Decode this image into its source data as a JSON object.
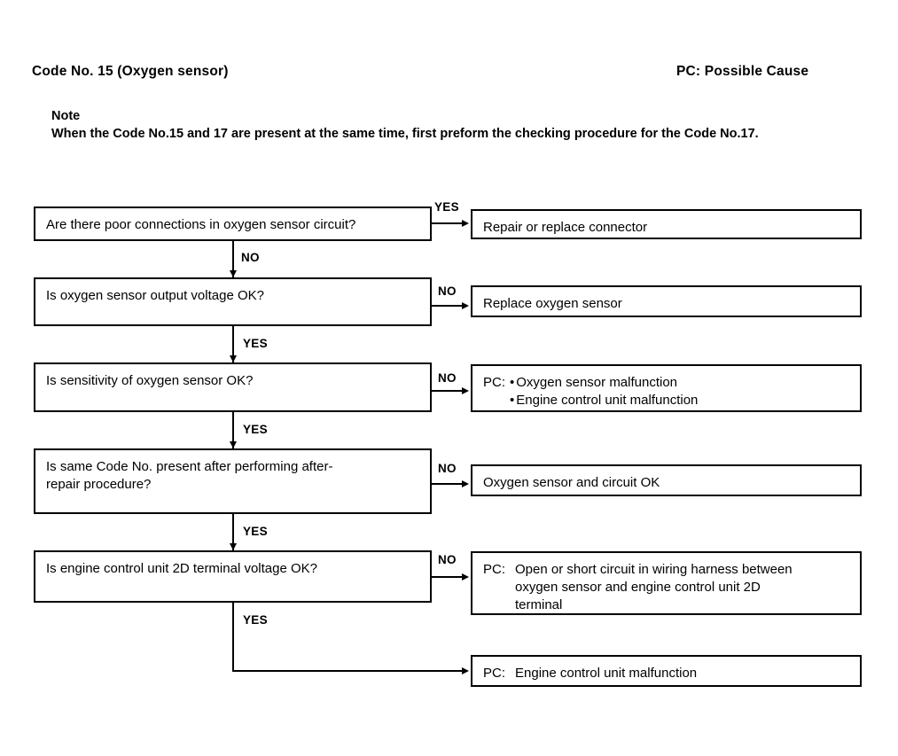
{
  "header": {
    "title": "Code No. 15 (Oxygen sensor)",
    "legend": "PC: Possible Cause"
  },
  "note": {
    "title": "Note",
    "body": "When the Code No.15 and 17 are present at the same time, first preform the checking procedure for the Code No.17."
  },
  "flow": {
    "steps": [
      {
        "id": "step-1",
        "question": "Are there poor connections in oxygen sensor circuit?",
        "branch_label": "YES",
        "down_label": "NO",
        "result": "Repair or replace connector"
      },
      {
        "id": "step-2",
        "question": "Is oxygen sensor output voltage OK?",
        "branch_label": "NO",
        "down_label": "YES",
        "result": "Replace oxygen sensor"
      },
      {
        "id": "step-3",
        "question": "Is sensitivity of oxygen sensor OK?",
        "branch_label": "NO",
        "down_label": "YES",
        "result_prefix": "PC:",
        "result_items": [
          "Oxygen sensor malfunction",
          "Engine control unit malfunction"
        ]
      },
      {
        "id": "step-4",
        "question": "Is same Code No. present after performing after-\nrepair procedure?",
        "branch_label": "NO",
        "down_label": "YES",
        "result": "Oxygen sensor and circuit OK"
      },
      {
        "id": "step-5",
        "question": "Is engine control unit 2D terminal voltage OK?",
        "branch_label": "NO",
        "down_label": "YES",
        "result_prefix": "PC:",
        "result_items": [
          "Open or short circuit in wiring harness between\noxygen sensor and engine control unit 2D\nterminal"
        ]
      }
    ],
    "final": {
      "id": "final-outcome",
      "prefix": "PC:",
      "text": "Engine control unit malfunction"
    }
  },
  "colors": {
    "ink": "#000000",
    "paper": "#ffffff"
  }
}
